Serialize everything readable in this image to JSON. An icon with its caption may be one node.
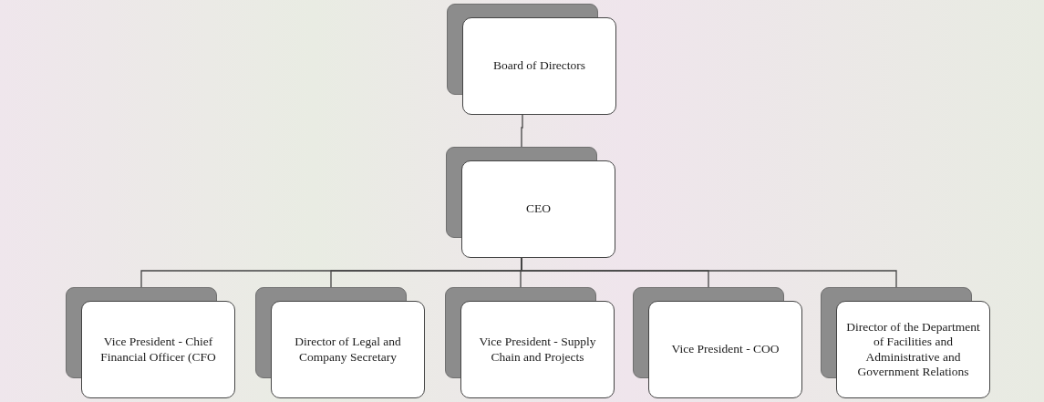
{
  "diagram": {
    "nodes": [
      {
        "text": [
          "Board of Directors"
        ]
      },
      {
        "text": [
          "CEO"
        ]
      },
      {
        "text": [
          "Vice President - Chief Financial Officer (CFO"
        ]
      },
      {
        "text": [
          "Director of Legal and Company Secretary"
        ]
      },
      {
        "text": [
          "Vice President - Supply Chain and Projects"
        ]
      },
      {
        "text": [
          "Vice President - COO"
        ]
      },
      {
        "text": [
          "Director of the Department of Facilities and Administrative and Government Relations"
        ]
      }
    ],
    "edges": [
      {
        "from": 0,
        "to": 1,
        "arrow": "none"
      },
      {
        "from": 1,
        "to": 2,
        "arrow": "none"
      },
      {
        "from": 1,
        "to": 3,
        "arrow": "none"
      },
      {
        "from": 1,
        "to": 4,
        "arrow": "none"
      },
      {
        "from": 1,
        "to": 5,
        "arrow": "none"
      },
      {
        "from": 1,
        "to": 6,
        "arrow": "none"
      }
    ]
  }
}
